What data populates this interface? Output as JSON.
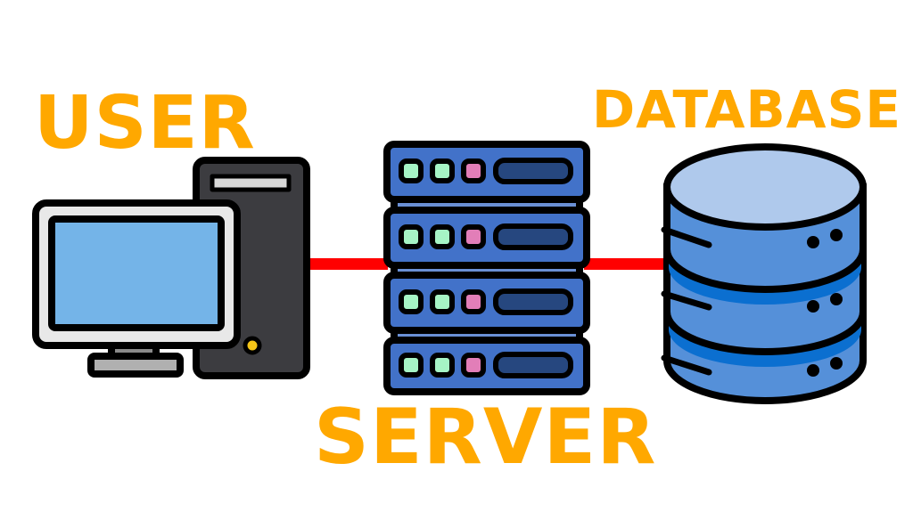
{
  "labels": {
    "user": "USER",
    "server": "SERVER",
    "database": "DATABASE"
  },
  "colors": {
    "label": "#FFA800",
    "connection": "#FF0000",
    "server": "#4272C9",
    "database": "#5590D9",
    "screen": "#74B4E8",
    "tower": "#3C3C40"
  },
  "icons": [
    "desktop-computer-icon",
    "server-rack-icon",
    "database-icon"
  ]
}
